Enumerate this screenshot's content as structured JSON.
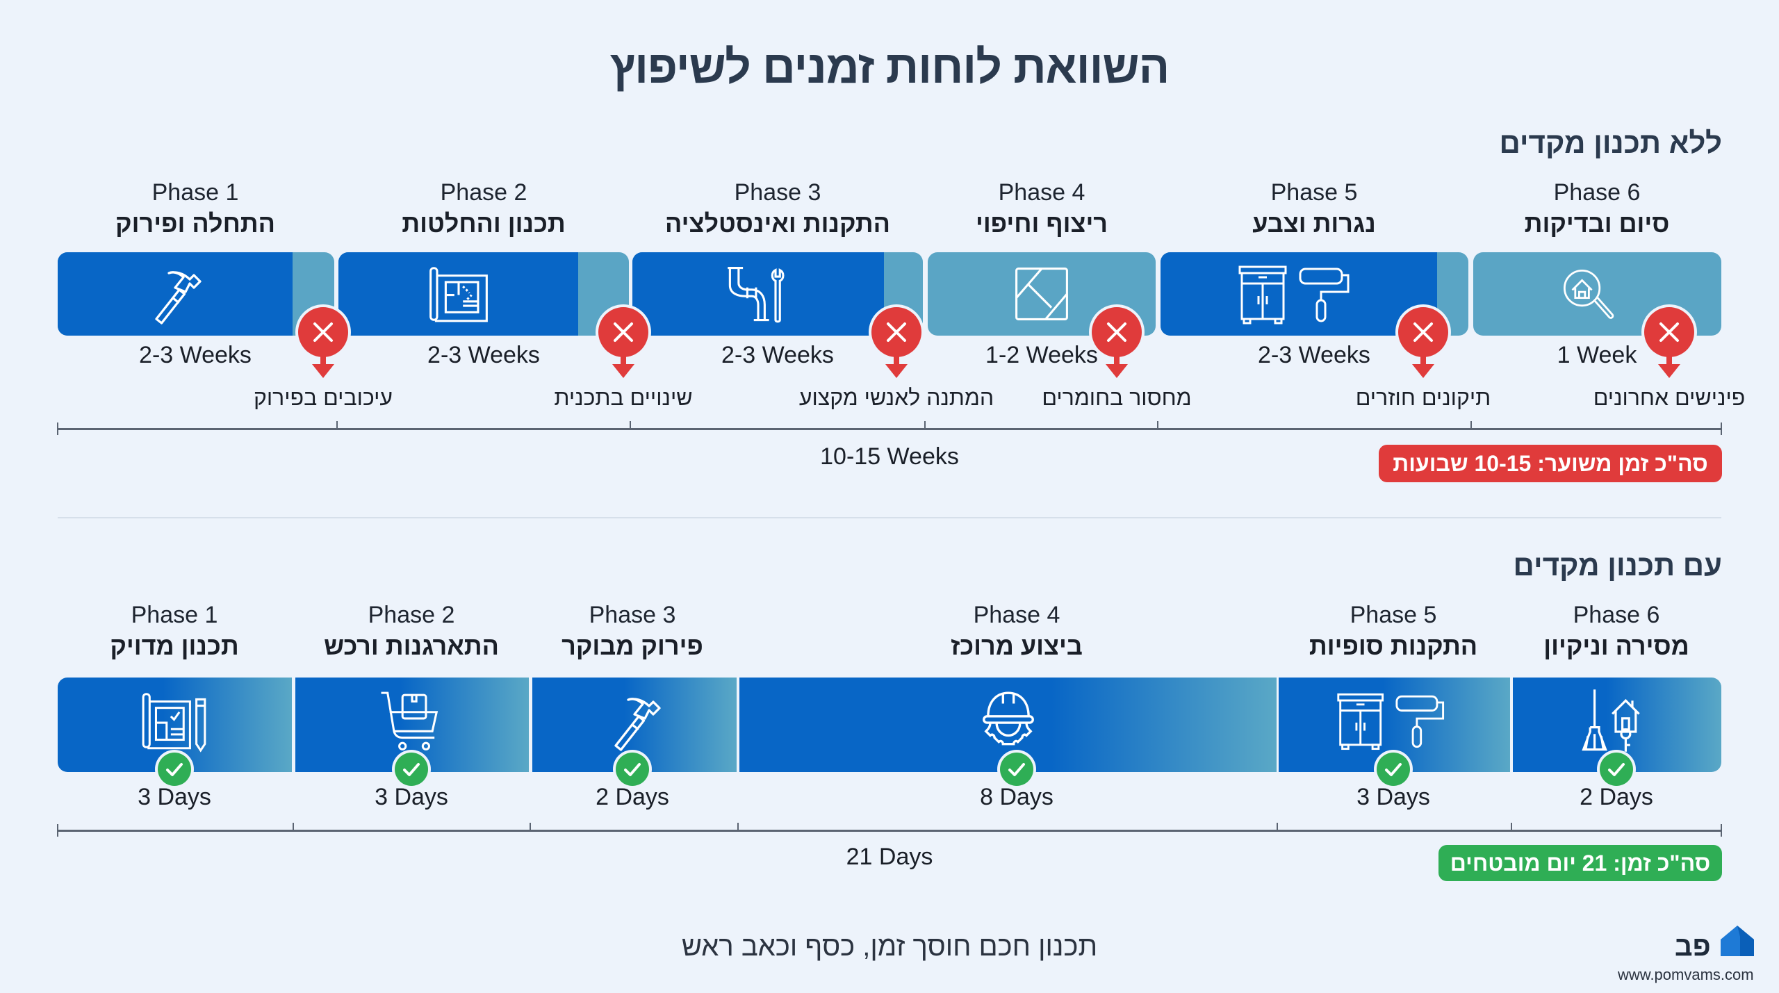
{
  "title": "השוואת לוחות זמנים לשיפוץ",
  "colors": {
    "background": "#edf3fb",
    "bar_solid": "#0866c6",
    "bar_light": "#5aa5c5",
    "problem_red": "#e03b3b",
    "success_green": "#2fae55",
    "heading": "#2b3a4e"
  },
  "without_planning": {
    "label": "ללא תכנון מקדים",
    "phases": [
      {
        "phase": "Phase 1",
        "name": "התחלה ופירוק",
        "duration": "2-3 Weeks",
        "icon": "hammer-icon",
        "issue": "עיכובים בפירוק"
      },
      {
        "phase": "Phase 2",
        "name": "תכנון והחלטות",
        "duration": "2-3 Weeks",
        "icon": "blueprint-icon",
        "issue": "שינויים בתכנית"
      },
      {
        "phase": "Phase 3",
        "name": "התקנות ואינסטלציה",
        "duration": "2-3 Weeks",
        "icon": "pipe-wrench-icon",
        "issue": "המתנה לאנשי מקצוע"
      },
      {
        "phase": "Phase 4",
        "name": "ריצוף וחיפוי",
        "duration": "1-2 Weeks",
        "icon": "tile-icon",
        "issue": "מחסור בחומרים"
      },
      {
        "phase": "Phase 5",
        "name": "נגרות וצבע",
        "duration": "2-3 Weeks",
        "icon": "cabinet-roller-icon",
        "issue": "תיקונים חוזרים"
      },
      {
        "phase": "Phase 6",
        "name": "סיום ובדיקות",
        "duration": "1 Week",
        "icon": "house-search-icon",
        "issue": "פינישים אחרונים"
      }
    ],
    "total_axis_label": "10-15 Weeks",
    "total_badge": "סה\"כ זמן משוער: 10-15 שבועות"
  },
  "with_planning": {
    "label": "עם תכנון מקדים",
    "phases": [
      {
        "phase": "Phase 1",
        "name": "תכנון מדויק",
        "duration": "3 Days",
        "icon": "blueprint-pencil-icon"
      },
      {
        "phase": "Phase 2",
        "name": "התארגנות ורכש",
        "duration": "3 Days",
        "icon": "shopping-cart-icon"
      },
      {
        "phase": "Phase 3",
        "name": "פירוק מבוקר",
        "duration": "2 Days",
        "icon": "hammer-icon"
      },
      {
        "phase": "Phase 4",
        "name": "ביצוע מרוכז",
        "duration": "8 Days",
        "icon": "worker-helmet-icon"
      },
      {
        "phase": "Phase 5",
        "name": "התקנות סופיות",
        "duration": "3 Days",
        "icon": "cabinet-roller-icon"
      },
      {
        "phase": "Phase 6",
        "name": "מסירה וניקיון",
        "duration": "2 Days",
        "icon": "broom-house-key-icon"
      }
    ],
    "total_axis_label": "21 Days",
    "total_badge": "סה\"כ זמן: 21 יום מובטחים"
  },
  "footer": {
    "tagline": "תכנון חכם חוסך זמן, כסף וכאב ראש",
    "logo_text": "פב",
    "website": "www.pomvams.com"
  }
}
